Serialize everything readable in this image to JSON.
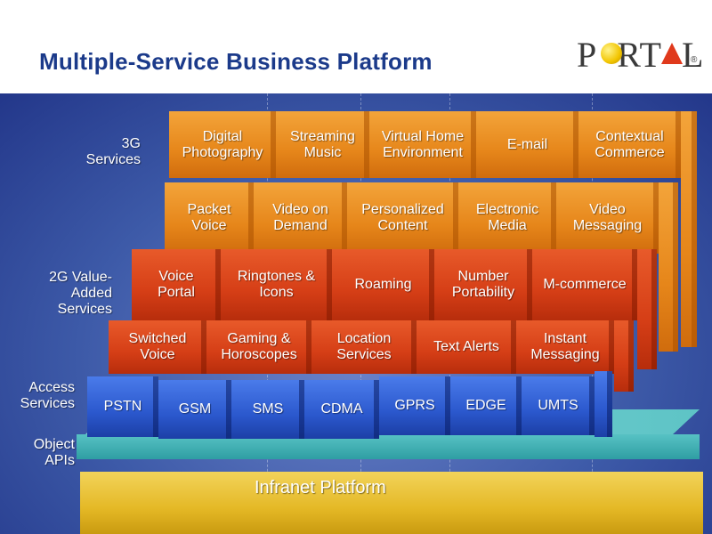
{
  "slide": {
    "title": "Multiple-Service Business Platform",
    "logo_text": "PORTAL",
    "logo_registered": "®"
  },
  "row_labels": {
    "services_3g": "3G\nServices",
    "value_added_2g": "2G Value-\nAdded\nServices",
    "access": "Access\nServices",
    "object_apis": "Object\nAPIs"
  },
  "layers": {
    "infranet": "Infranet Platform"
  },
  "services_3g_back": [
    "Digital\nPhotography",
    "Streaming\nMusic",
    "Virtual Home\nEnvironment",
    "E-mail",
    "Contextual\nCommerce"
  ],
  "services_3g_front": [
    "Packet\nVoice",
    "Video on\nDemand",
    "Personalized\nContent",
    "Electronic\nMedia",
    "Video\nMessaging"
  ],
  "services_2g_back": [
    "Voice\nPortal",
    "Ringtones &\nIcons",
    "Roaming",
    "Number\nPortability",
    "M-commerce"
  ],
  "services_2g_front": [
    "Switched\nVoice",
    "Gaming &\nHoroscopes",
    "Location\nServices",
    "Text Alerts",
    "Instant\nMessaging"
  ],
  "access_services": [
    "PSTN",
    "GSM",
    "SMS",
    "CDMA",
    "GPRS",
    "EDGE",
    "UMTS"
  ],
  "colors": {
    "title": "#1b3a8a",
    "background_blue": "#3d5aa8",
    "orange": "#e6861a",
    "red": "#d53e16",
    "blue": "#2b58cd",
    "teal": "#2f9ea3",
    "yellow": "#e4b825"
  }
}
